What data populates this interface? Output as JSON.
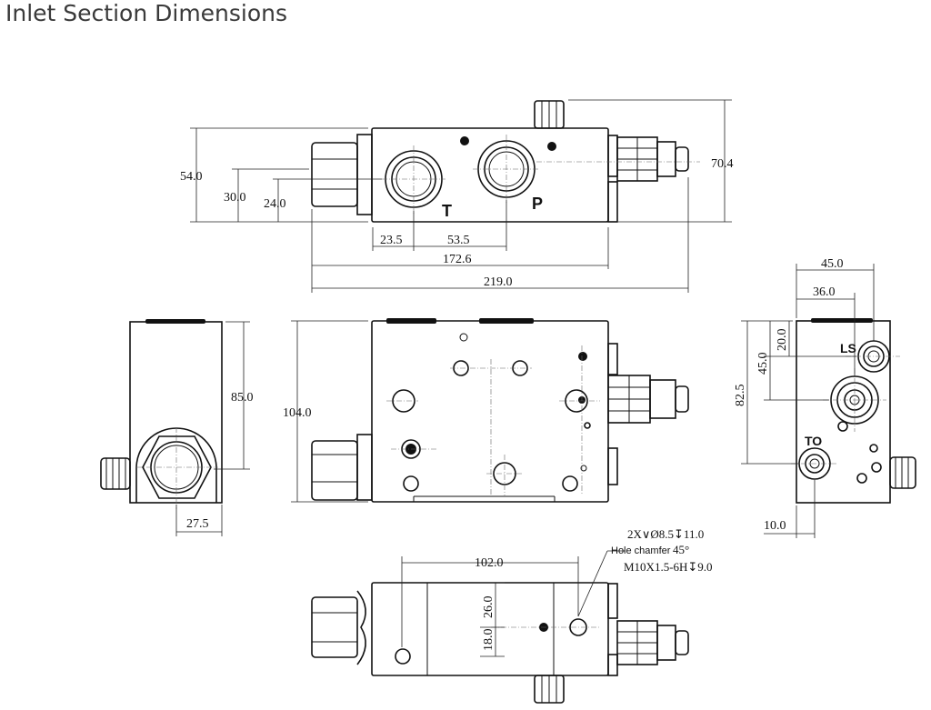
{
  "page": {
    "title": "Inlet Section Dimensions"
  },
  "ports": {
    "t": "T",
    "p": "P",
    "ls": "LS",
    "to": "TO"
  },
  "dims": {
    "top_height_54": "54.0",
    "top_height_30": "30.0",
    "top_height_24": "24.0",
    "top_height_70": "70.4",
    "top_w_23": "23.5",
    "top_w_53": "53.5",
    "top_w_172": "172.6",
    "top_w_219": "219.0",
    "left_h_85": "85.0",
    "left_w_27": "27.5",
    "front_h_104": "104.0",
    "right_w_45": "45.0",
    "right_w_36": "36.0",
    "right_h_20": "20.0",
    "right_h_45": "45.0",
    "right_h_82": "82.5",
    "right_w_10": "10.0",
    "bottom_w_102": "102.0",
    "bottom_h_26": "26.0",
    "bottom_h_18": "18.0"
  },
  "notes": {
    "hole_spec": "2X∨Ø8.5↧11.0",
    "chamfer_label": "Hole chamfer",
    "chamfer_angle": "45°",
    "thread_spec": "M10X1.5-6H↧9.0"
  },
  "colors": {
    "ink": "#111111",
    "title": "#3a3a3a",
    "background": "#ffffff"
  }
}
